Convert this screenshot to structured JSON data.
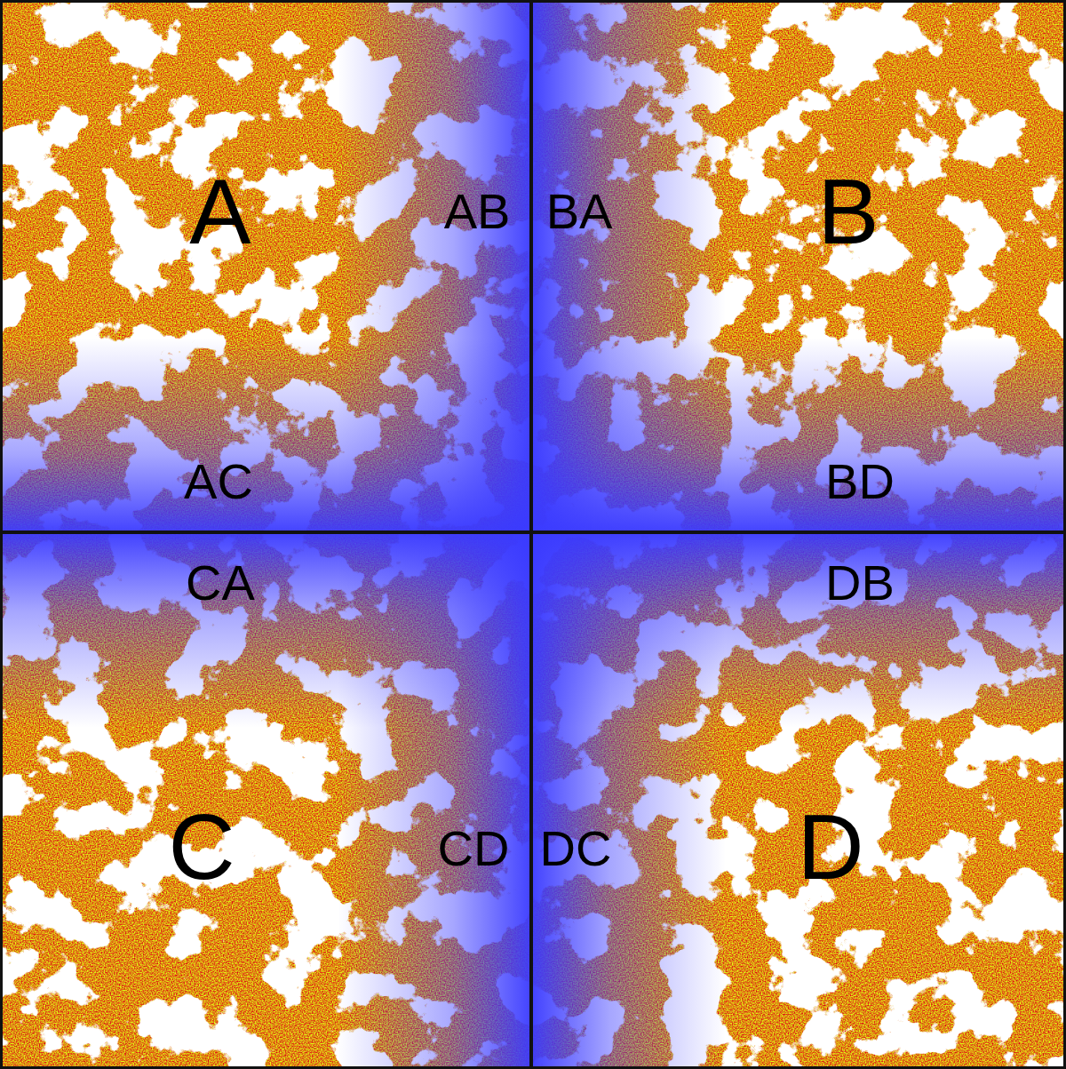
{
  "diagram": {
    "nodes": [
      {
        "text": [
          "A",
          "AB",
          "AC"
        ]
      },
      {
        "text": [
          "BA",
          "B",
          "BD"
        ]
      },
      {
        "text": [
          "CA",
          "C",
          "CD"
        ]
      },
      {
        "text": [
          "DB",
          "DC",
          "D"
        ]
      }
    ]
  }
}
